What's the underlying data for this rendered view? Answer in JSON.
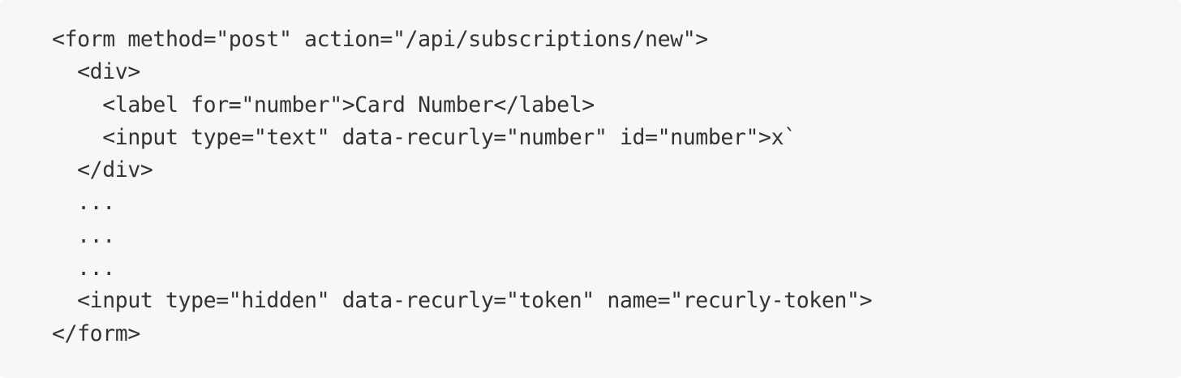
{
  "code_block": {
    "background": "#f7f7f7",
    "text_color": "#333333",
    "lines": [
      "<form method=\"post\" action=\"/api/subscriptions/new\">",
      "  <div>",
      "    <label for=\"number\">Card Number</label>",
      "    <input type=\"text\" data-recurly=\"number\" id=\"number\">x`",
      "  </div>",
      "  ...",
      "  ...",
      "  ...",
      "  <input type=\"hidden\" data-recurly=\"token\" name=\"recurly-token\">",
      "</form>"
    ]
  }
}
